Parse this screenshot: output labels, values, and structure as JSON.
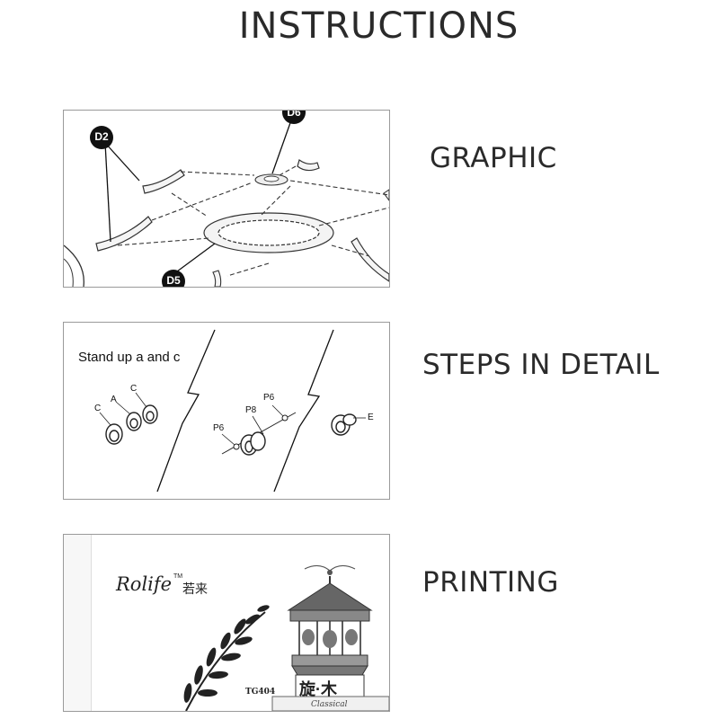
{
  "heading": "INSTRUCTIONS",
  "sections": [
    {
      "caption": "GRAPHIC",
      "labels": {
        "d2": "D2",
        "d6": "D6",
        "d5": "D5"
      }
    },
    {
      "caption": "STEPS IN DETAIL",
      "instruction": "Stand up a and c",
      "labels": {
        "c1": "C",
        "a": "A",
        "c2": "C",
        "p6a": "P6",
        "p8": "P8",
        "p6b": "P6",
        "e": "E"
      }
    },
    {
      "caption": "PRINTING",
      "brand": "Rolife",
      "trademark": "TM",
      "brand_cn": "若来",
      "model": "TG404",
      "product_cn": "旋·木",
      "subtitle": "Classical"
    }
  ]
}
